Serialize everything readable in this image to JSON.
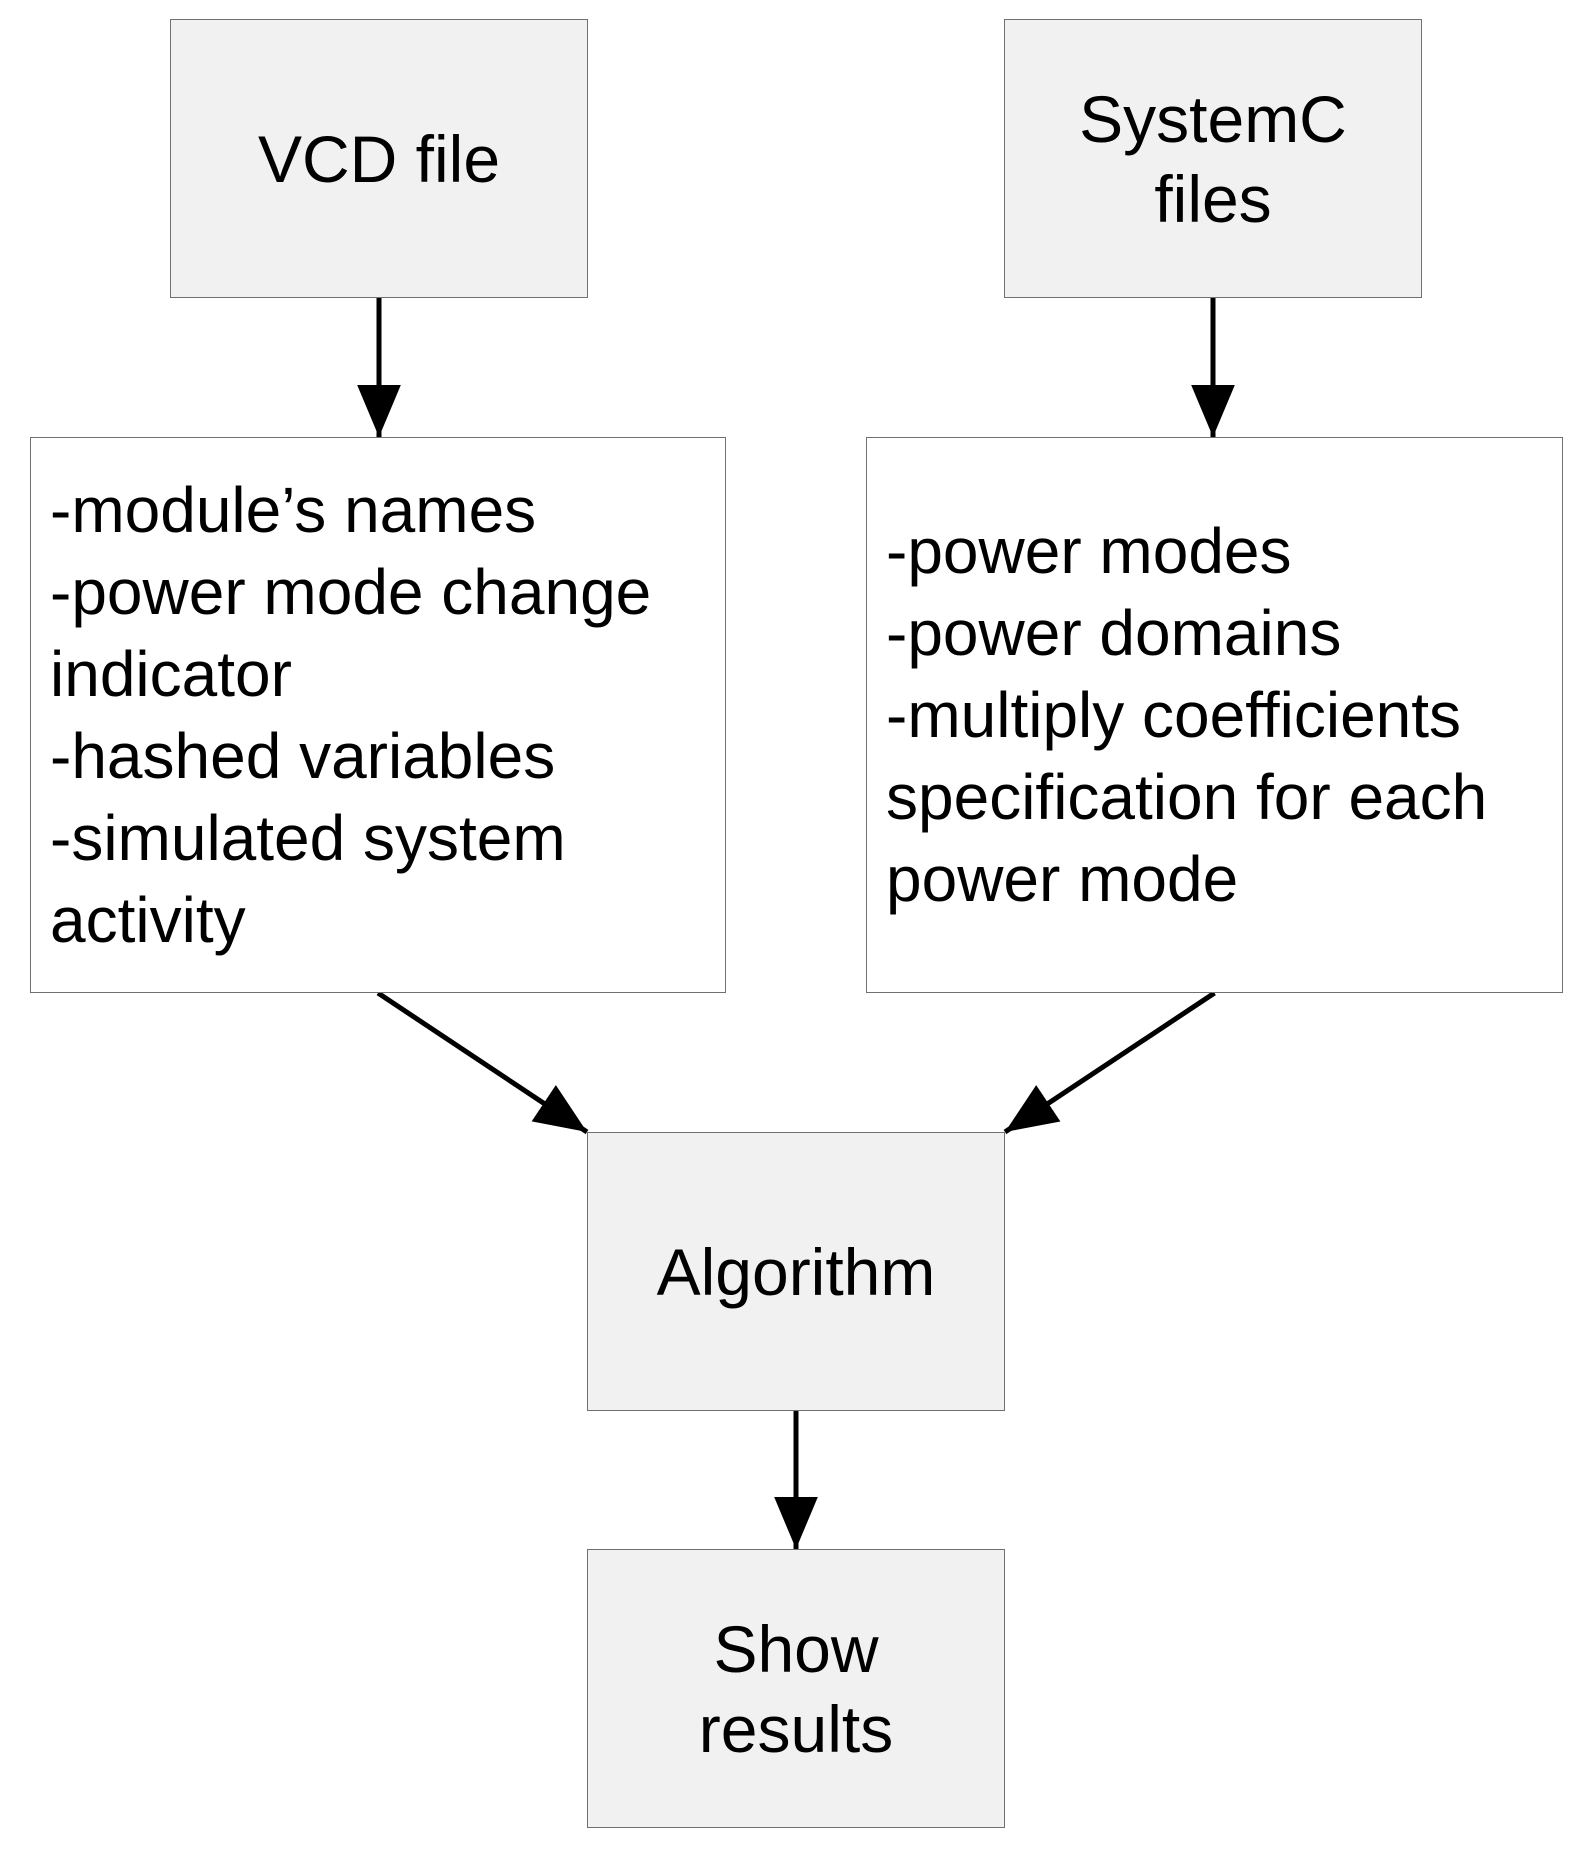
{
  "nodes": {
    "vcd_file": {
      "lines": [
        "VCD file"
      ]
    },
    "systemc_files": {
      "lines": [
        "SystemC",
        "files"
      ]
    },
    "vcd_contents": {
      "lines": [
        "-module’s names",
        "-power mode change",
        "indicator",
        "-hashed variables",
        "-simulated system",
        "activity"
      ]
    },
    "systemc_contents": {
      "lines": [
        "-power modes",
        "-power domains",
        "-multiply coefficients",
        "specification for each",
        "power mode"
      ]
    },
    "algorithm": {
      "lines": [
        "Algorithm"
      ]
    },
    "show_results": {
      "lines": [
        "Show",
        "results"
      ]
    }
  },
  "edges": [
    {
      "from": "vcd_file",
      "to": "vcd_contents"
    },
    {
      "from": "systemc_files",
      "to": "systemc_contents"
    },
    {
      "from": "vcd_contents",
      "to": "algorithm"
    },
    {
      "from": "systemc_contents",
      "to": "algorithm"
    },
    {
      "from": "algorithm",
      "to": "show_results"
    }
  ],
  "colors": {
    "box_fill_gray": "#f1f1f1",
    "box_fill_white": "#ffffff",
    "box_border": "#707070",
    "arrow": "#000000",
    "text": "#000000"
  }
}
